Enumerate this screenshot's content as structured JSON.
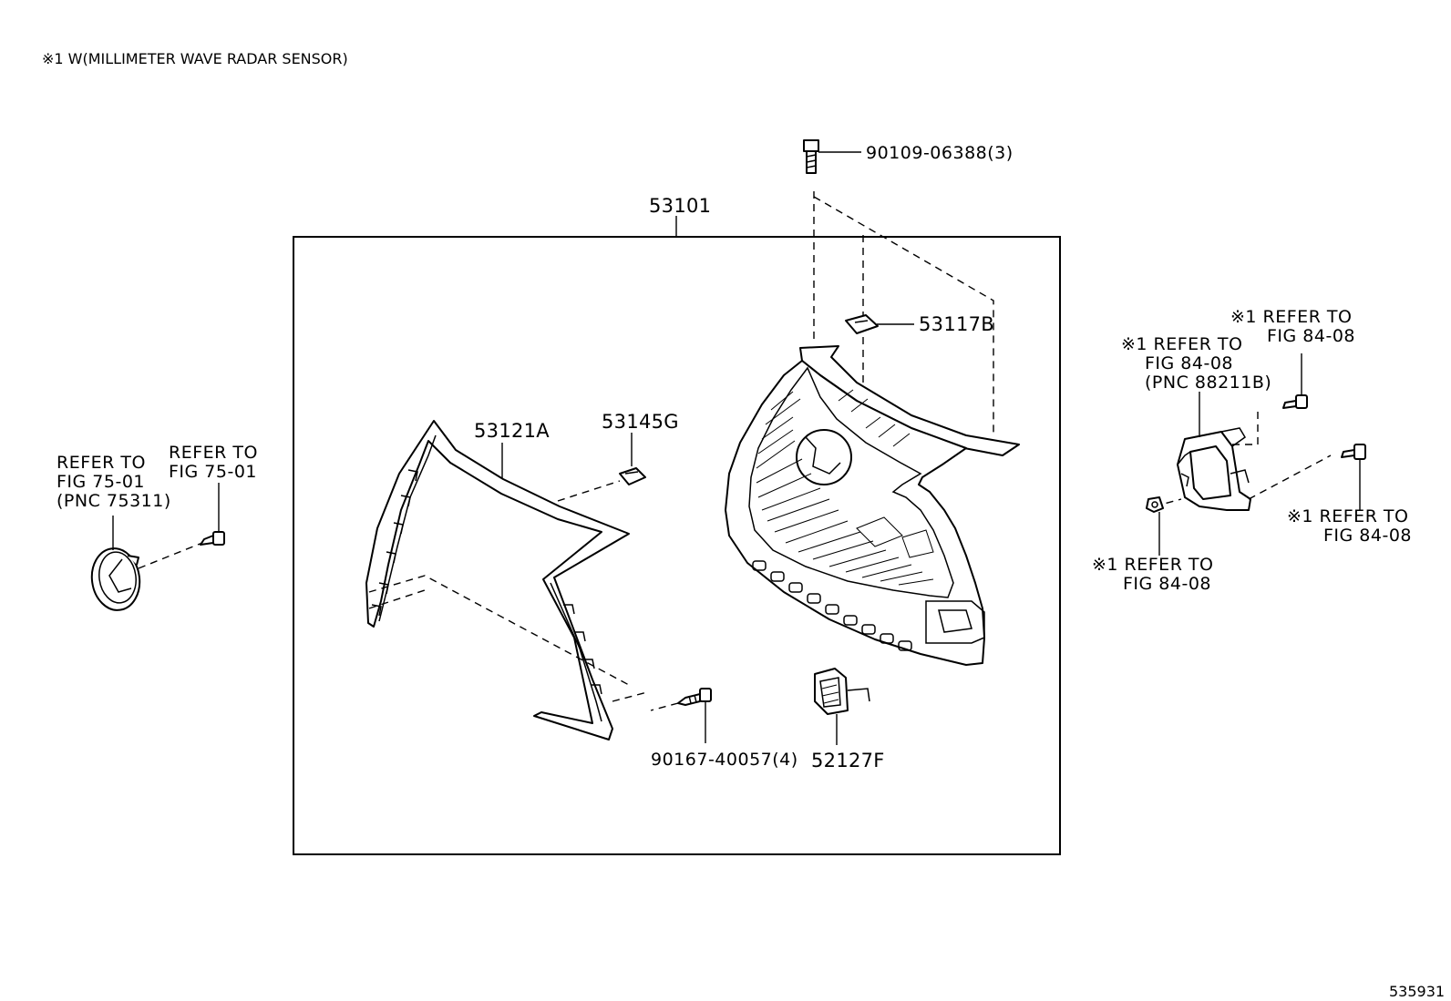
{
  "note": "※1 W(MILLIMETER WAVE RADAR SENSOR)",
  "figure_number": "535931",
  "assembly": {
    "label": "53101"
  },
  "parts": {
    "bolt_top": "90109-06388(3)",
    "bracket_top": "53117B",
    "grille_frame": "53121A",
    "clip": "53145G",
    "screw_bottom": "90167-40057(4)",
    "cover_bottom": "52127F"
  },
  "refs": {
    "emblem": [
      "REFER TO",
      "FIG 75-01",
      "(PNC 75311)"
    ],
    "emblem_screw": [
      "REFER TO",
      "FIG 75-01"
    ],
    "radar_sensor": [
      "※1 REFER TO",
      "FIG 84-08",
      "(PNC 88211B)"
    ],
    "radar_bolt_top": [
      "※1 REFER TO",
      "FIG 84-08"
    ],
    "radar_bolt_right": [
      "※1 REFER TO",
      "FIG 84-08"
    ],
    "radar_nut_left": [
      "※1 REFER TO",
      "FIG 84-08"
    ]
  }
}
